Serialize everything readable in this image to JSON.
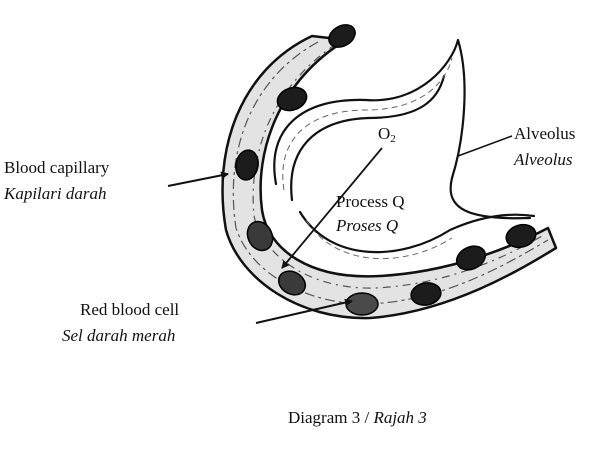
{
  "labels": {
    "blood_capillary": {
      "en": "Blood capillary",
      "ms": "Kapilari darah"
    },
    "red_blood_cell": {
      "en": "Red blood cell",
      "ms": "Sel darah merah"
    },
    "alveolus": {
      "en": "Alveolus",
      "ms": "Alveolus"
    },
    "process": {
      "en": "Process Q",
      "ms": "Proses Q"
    },
    "oxygen": {
      "symbol": "O",
      "subscript": "2"
    }
  },
  "caption": {
    "en": "Diagram 3 /",
    "ms": "Rajah 3"
  },
  "colors": {
    "ink": "#111111",
    "capillary_fill": "#e3e3e3",
    "cell_fill": "#1c1c1c",
    "cell_highlight": "#6a6a6a"
  }
}
